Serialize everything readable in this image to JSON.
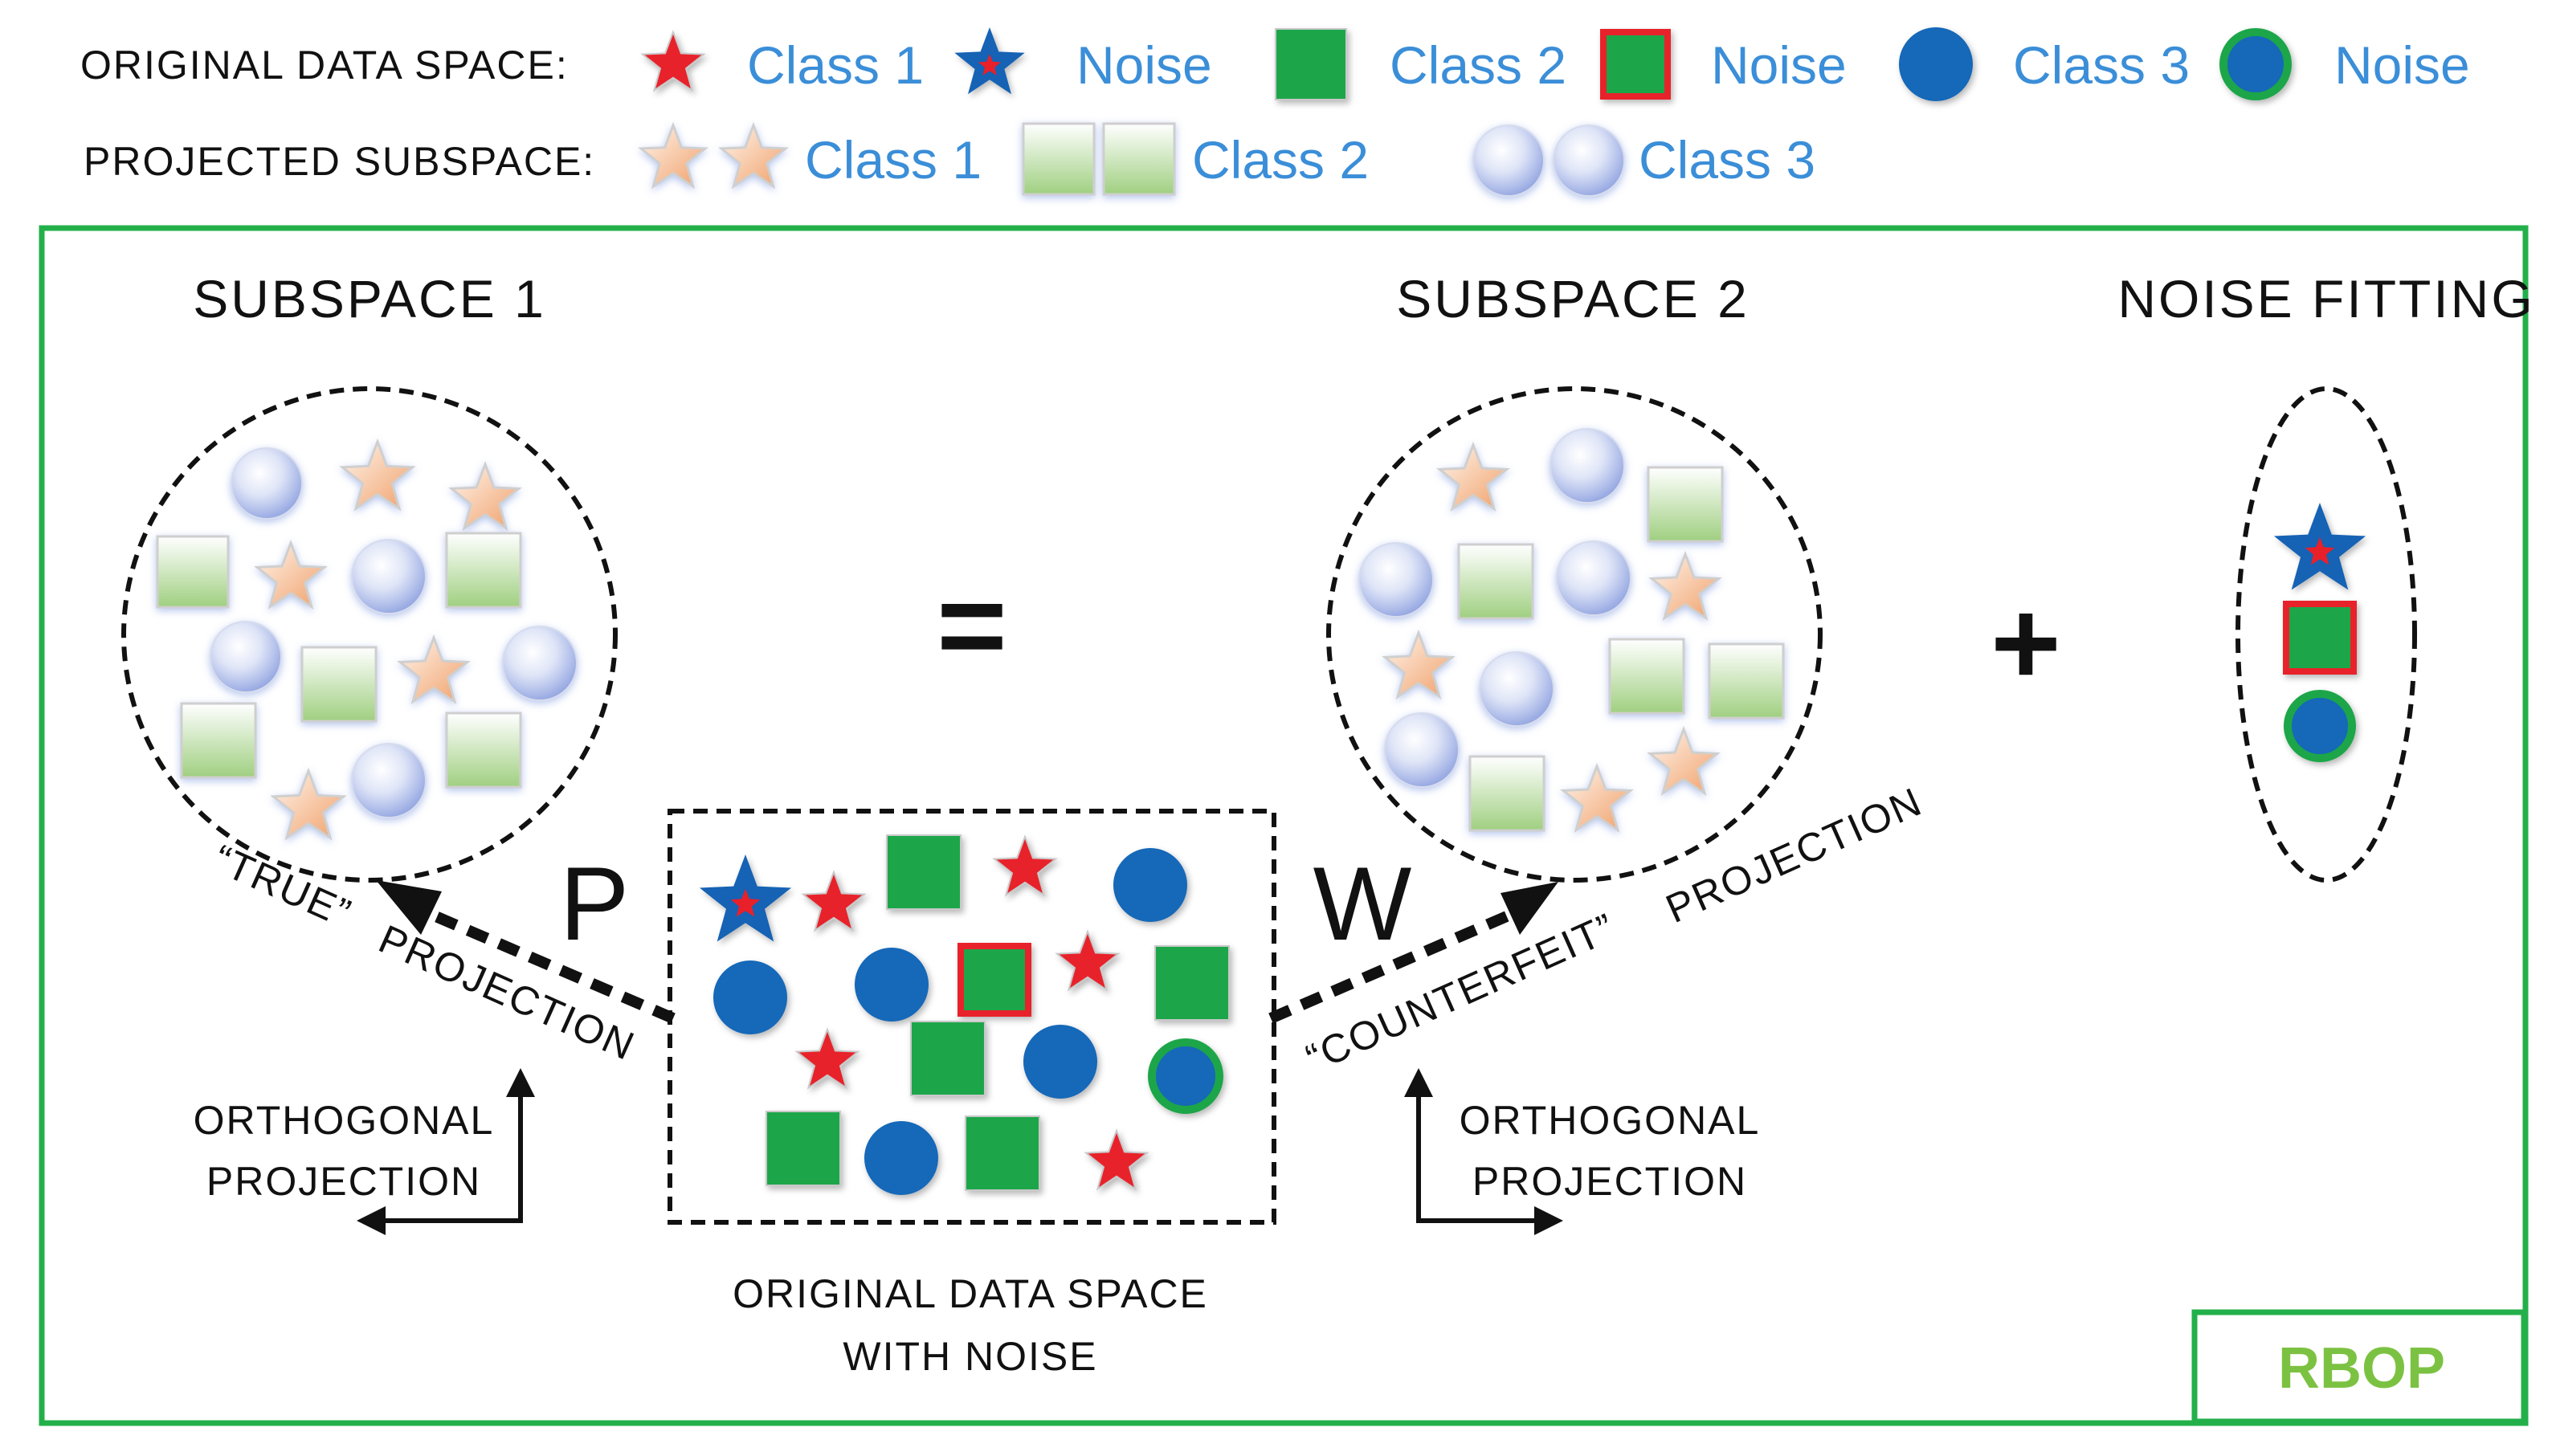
{
  "legend": {
    "original_label": "ORIGINAL DATA SPACE:",
    "projected_label": "PROJECTED SUBSPACE:",
    "original_items": [
      "Class 1",
      "Noise",
      "Class 2",
      "Noise",
      "Class 3",
      "Noise"
    ],
    "projected_items": [
      "Class 1",
      "Class 2",
      "Class 3"
    ]
  },
  "titles": {
    "subspace1": "SUBSPACE 1",
    "subspace2": "SUBSPACE 2",
    "noise_fitting": "NOISE FITTING"
  },
  "operators": {
    "equals": "=",
    "plus": "+"
  },
  "projection": {
    "p_label": "P",
    "w_label": "W",
    "true_word": "“TRUE”",
    "projection_word": "PROJECTION",
    "counterfeit_word": "“COUNTERFEIT”"
  },
  "orthogonal": {
    "line1": "ORTHOGONAL",
    "line2": "PROJECTION"
  },
  "original_space": {
    "line1": "ORIGINAL DATA SPACE",
    "line2": "WITH NOISE"
  },
  "badge": "RBOP",
  "colors": {
    "frame_green": "#23b04a",
    "badge_text": "#7cc242",
    "class1_red": "#e8202a",
    "noise_blue": "#1462b4",
    "class2_green": "#1ea64a",
    "class3_blue": "#1468b8",
    "legend_text": "#3b8ed8"
  }
}
